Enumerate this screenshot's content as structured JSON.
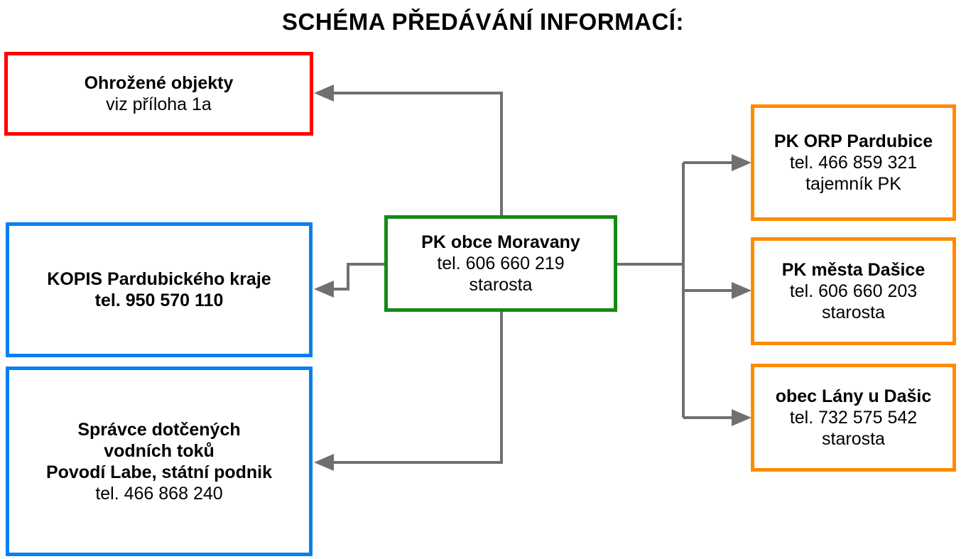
{
  "title": "SCHÉMA PŘEDÁVÁNÍ INFORMACÍ:",
  "center": {
    "name": "PK obce Moravany",
    "tel": "tel. 606 660 219",
    "role": "starosta"
  },
  "threatened": {
    "name": "Ohrožené objekty",
    "note": "viz příloha 1a"
  },
  "kopis": {
    "name": "KOPIS Pardubického kraje",
    "tel": "tel. 950 570 110"
  },
  "water": {
    "line1": "Správce dotčených",
    "line2": "vodních toků",
    "line3": "Povodí Labe, státní podnik",
    "tel": "tel. 466 868 240"
  },
  "orp": {
    "name": "PK ORP Pardubice",
    "tel": "tel. 466 859 321",
    "role": "tajemník PK"
  },
  "dasice": {
    "name": "PK města Dašice",
    "tel": "tel. 606 660 203",
    "role": "starosta"
  },
  "lany": {
    "name": "obec Lány u Dašic",
    "tel": "tel. 732 575 542",
    "role": "starosta"
  },
  "colors": {
    "red": "#ff0000",
    "blue": "#0a7ff0",
    "green": "#138a13",
    "orange": "#ff8a00",
    "arrow": "#707070"
  }
}
